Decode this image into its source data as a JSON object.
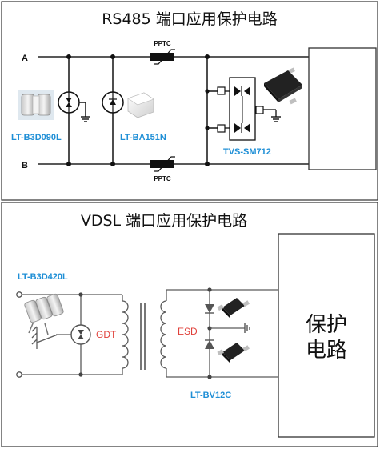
{
  "panels": {
    "rs485": {
      "title": "RS485 端口应用保护电路",
      "line_a": "A",
      "line_b": "B",
      "pptc_top": "PPTC",
      "pptc_bottom": "PPTC",
      "part_gdt": "LT-B3D090L",
      "part_tss": "LT-BA151N",
      "part_tvs": "TVS-SM712"
    },
    "vdsl": {
      "title": "VDSL 端口应用保护电路",
      "part_gdt": "LT-B3D420L",
      "gdt_label": "GDT",
      "esd_label": "ESD",
      "part_esd": "LT-BV12C",
      "box_line1": "保护",
      "box_line2": "电路"
    }
  },
  "colors": {
    "part_label": "#1f8fd6",
    "component_tag": "#e0403a",
    "wire": "#222222"
  },
  "icons": [
    "gdt-tube-photo",
    "tss-chip-photo",
    "sot23-package-photo",
    "sod-package-photo",
    "gdt-3pin-photo",
    "ground-symbol"
  ]
}
